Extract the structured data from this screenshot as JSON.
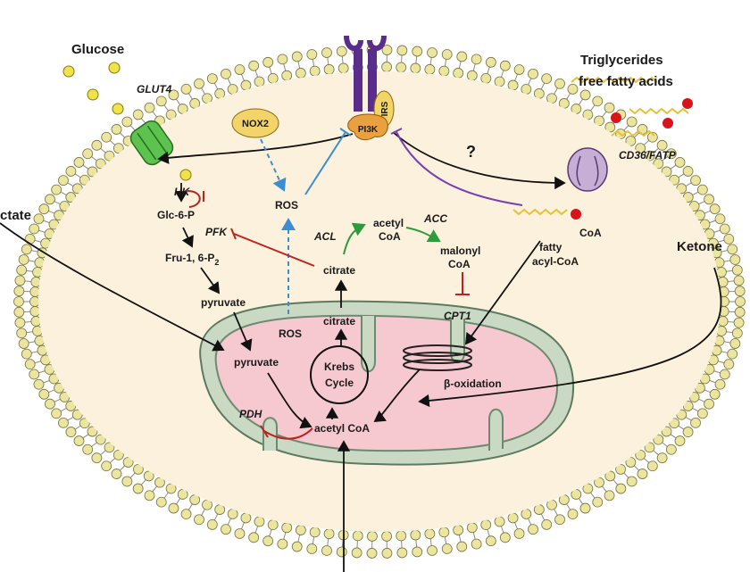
{
  "labels": {
    "glucose": "Glucose",
    "glut4": "GLUT4",
    "triglycerides": "Triglycerides",
    "free_fatty_acids": "free fatty acids",
    "cd36_fatp": "CD36/FATP",
    "lactate": "ctate",
    "ketone": "Ketone",
    "nox2": "NOX2",
    "irs": "IRS",
    "pi3k": "PI3K",
    "question": "?",
    "ros_top": "ROS",
    "ros_mito": "ROS",
    "hk": "HK",
    "glc6p": "Glc-6-P",
    "pfk": "PFK",
    "fru16p2": "Fru-1, 6-P",
    "fru_subscript": "2",
    "pyruvate_cyto": "pyruvate",
    "pyruvate_mito": "pyruvate",
    "acl": "ACL",
    "acetyl_coa_cyto_1": "acetyl",
    "acetyl_coa_cyto_2": "CoA",
    "acc": "ACC",
    "malonyl_coa_1": "malonyl",
    "malonyl_coa_2": "CoA",
    "citrate_cyto": "citrate",
    "citrate_mito": "citrate",
    "cpt1": "CPT1",
    "coa": "CoA",
    "fatty_acyl_coa_1": "fatty",
    "fatty_acyl_coa_2": "acyl-CoA",
    "krebs_1": "Krebs",
    "krebs_2": "Cycle",
    "beta_oxidation": "β-oxidation",
    "pdh": "PDH",
    "acetyl_coa_mito": "acetyl CoA"
  },
  "colors": {
    "cytoplasm": "#fbf1dc",
    "membrane_head": "#ebe5a0",
    "membrane_tail": "#8a8a8a",
    "mito_outer": "#c8d8c8",
    "mito_matrix": "#f5c9cf",
    "glut4": "#5cc34f",
    "cd36": "#b49ac4",
    "receptor": "#5a2d8c",
    "nox2": "#f3d46a",
    "pi3k": "#e8a040",
    "inhibit_red": "#c0201e",
    "inhibit_purple": "#7a3fb0",
    "ros_blue": "#3b8fd0",
    "activate_green": "#2e9b3c",
    "glucose_dot": "#f0e34a",
    "fa_red": "#d8141a"
  }
}
